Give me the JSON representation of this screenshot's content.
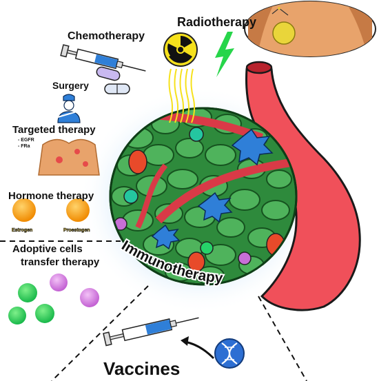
{
  "labels": {
    "chemotherapy": "Chemotherapy",
    "radiotherapy": "Radiotherapy",
    "surgery": "Surgery",
    "targeted_therapy": "Targeted therapy",
    "targets": [
      "- EGFR",
      "- FRa"
    ],
    "hormone_therapy": "Hormone therapy",
    "hormones": [
      "Estrogen",
      "Proestogen"
    ],
    "adoptive_line1": "Adoptive cells",
    "adoptive_line2": "transfer therapy",
    "immunotherapy": "Immunotherapy",
    "vaccines": "Vaccines"
  },
  "colors": {
    "vessel": "#f0505a",
    "cell_green": "#3fa34d",
    "cell_green_dark": "#2f7d3a",
    "cell_teal": "#24c6a0",
    "cell_blue": "#2f7fd8",
    "cell_red": "#e84a2a",
    "cell_purple": "#c76fd6",
    "radiation_yellow": "#f6e11c",
    "lightning_green": "#27d54a",
    "hormone_orange": "#f5a623"
  },
  "icons": [
    "syringe-icon",
    "radiation-icon",
    "lightning-icon",
    "surgeon-icon",
    "pills-icon",
    "torso-icon",
    "dna-icon",
    "arrow-icon"
  ]
}
